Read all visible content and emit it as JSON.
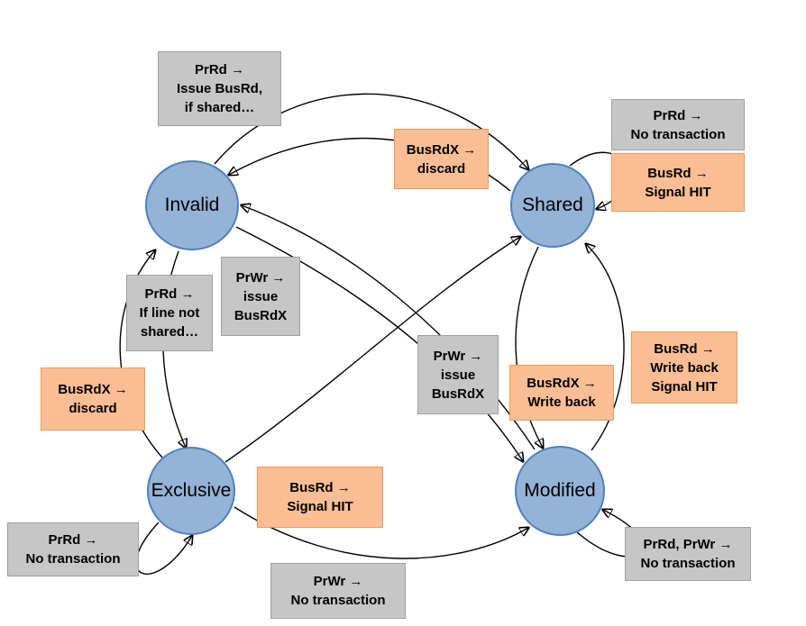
{
  "diagram": {
    "states": {
      "invalid": "Invalid",
      "shared": "Shared",
      "exclusive": "Exclusive",
      "modified": "Modified"
    },
    "labels": {
      "prrd_issue_busrd": "PrRd →\nIssue BusRd,\nif shared…",
      "busrdx_discard_top": "BusRdX →\ndiscard",
      "prrd_no_transaction_shared": "PrRd →\nNo transaction",
      "busrd_signal_hit_shared": "BusRd →\nSignal HIT",
      "prwr_issue_busrdx_invalid": "PrWr →\nissue\nBusRdX",
      "prrd_if_line_not_shared": "PrRd →\nIf line not\nshared…",
      "busrdx_discard_left": "BusRdX →\ndiscard",
      "prwr_issue_busrdx_shared": "PrWr →\nissue\nBusRdX",
      "busrdx_write_back": "BusRdX →\nWrite back",
      "busrd_write_back_signal_hit": "BusRd →\nWrite back\nSignal HIT",
      "busrd_signal_hit_exclusive": "BusRd →\nSignal HIT",
      "prrd_no_transaction_exclusive": "PrRd →\nNo transaction",
      "prwr_no_transaction": "PrWr →\nNo transaction",
      "prrd_prwr_no_transaction": "PrRd, PrWr →\nNo transaction"
    },
    "transitions": [
      {
        "from": "Invalid",
        "to": "Shared",
        "label": "PrRd → Issue BusRd, if shared…"
      },
      {
        "from": "Shared",
        "to": "Invalid",
        "label": "BusRdX → discard"
      },
      {
        "from": "Shared",
        "to": "Shared",
        "label": "PrRd → No transaction / BusRd → Signal HIT"
      },
      {
        "from": "Modified",
        "to": "Shared",
        "label": "BusRd → Write back Signal HIT"
      },
      {
        "from": "Shared",
        "to": "Modified",
        "label": "PrWr → issue BusRdX"
      },
      {
        "from": "Invalid",
        "to": "Exclusive",
        "label": "PrRd → If line not shared…"
      },
      {
        "from": "Exclusive",
        "to": "Invalid",
        "label": "BusRdX → discard"
      },
      {
        "from": "Invalid",
        "to": "Modified",
        "label": "PrWr → issue BusRdX"
      },
      {
        "from": "Exclusive",
        "to": "Shared",
        "label": "BusRd → Signal HIT"
      },
      {
        "from": "Modified",
        "to": "Invalid",
        "label": "BusRdX → Write back"
      },
      {
        "from": "Exclusive",
        "to": "Modified",
        "label": "PrWr → No transaction"
      },
      {
        "from": "Exclusive",
        "to": "Exclusive",
        "label": "PrRd → No transaction"
      },
      {
        "from": "Modified",
        "to": "Modified",
        "label": "PrRd, PrWr → No transaction"
      }
    ],
    "colors": {
      "state_fill": "#95B3D7",
      "state_border": "#4F81BD",
      "gray_fill": "#C6C6C6",
      "gray_border": "#A0A0A0",
      "orange_fill": "#FBBE94",
      "orange_border": "#ED9958",
      "arrow": "#000000"
    }
  }
}
